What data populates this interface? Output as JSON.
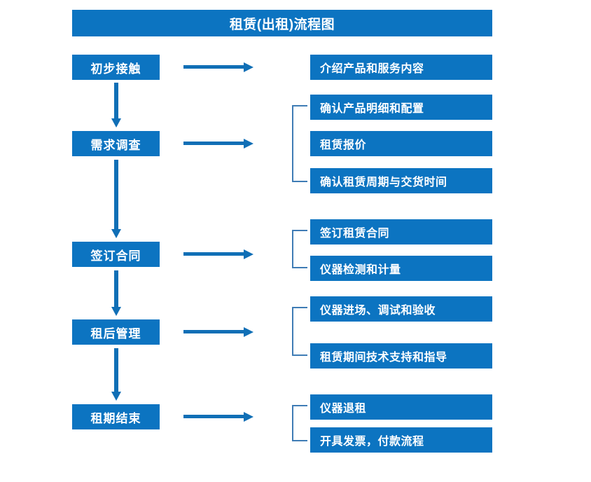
{
  "title": "租赁(出租)流程图",
  "theme": {
    "box_fill": "#0c74c1",
    "box_text": "#ffffff",
    "arrow": "#106fb6",
    "bracket": "#3f7cb5",
    "background": "#ffffff"
  },
  "stages": [
    {
      "label": "初步接触"
    },
    {
      "label": "需求调查"
    },
    {
      "label": "签订合同"
    },
    {
      "label": "租后管理"
    },
    {
      "label": "租期结束"
    }
  ],
  "details": {
    "group1": [
      {
        "label": "介绍产品和服务内容"
      }
    ],
    "group2": [
      {
        "label": "确认产品明细和配置"
      },
      {
        "label": "租赁报价"
      },
      {
        "label": "确认租赁周期与交货时间"
      }
    ],
    "group3": [
      {
        "label": "签订租赁合同"
      },
      {
        "label": "仪器检测和计量"
      }
    ],
    "group4": [
      {
        "label": "仪器进场、调试和验收"
      },
      {
        "label": "租赁期间技术支持和指导"
      }
    ],
    "group5": [
      {
        "label": "仪器退租"
      },
      {
        "label": "开具发票，付款流程"
      }
    ]
  }
}
